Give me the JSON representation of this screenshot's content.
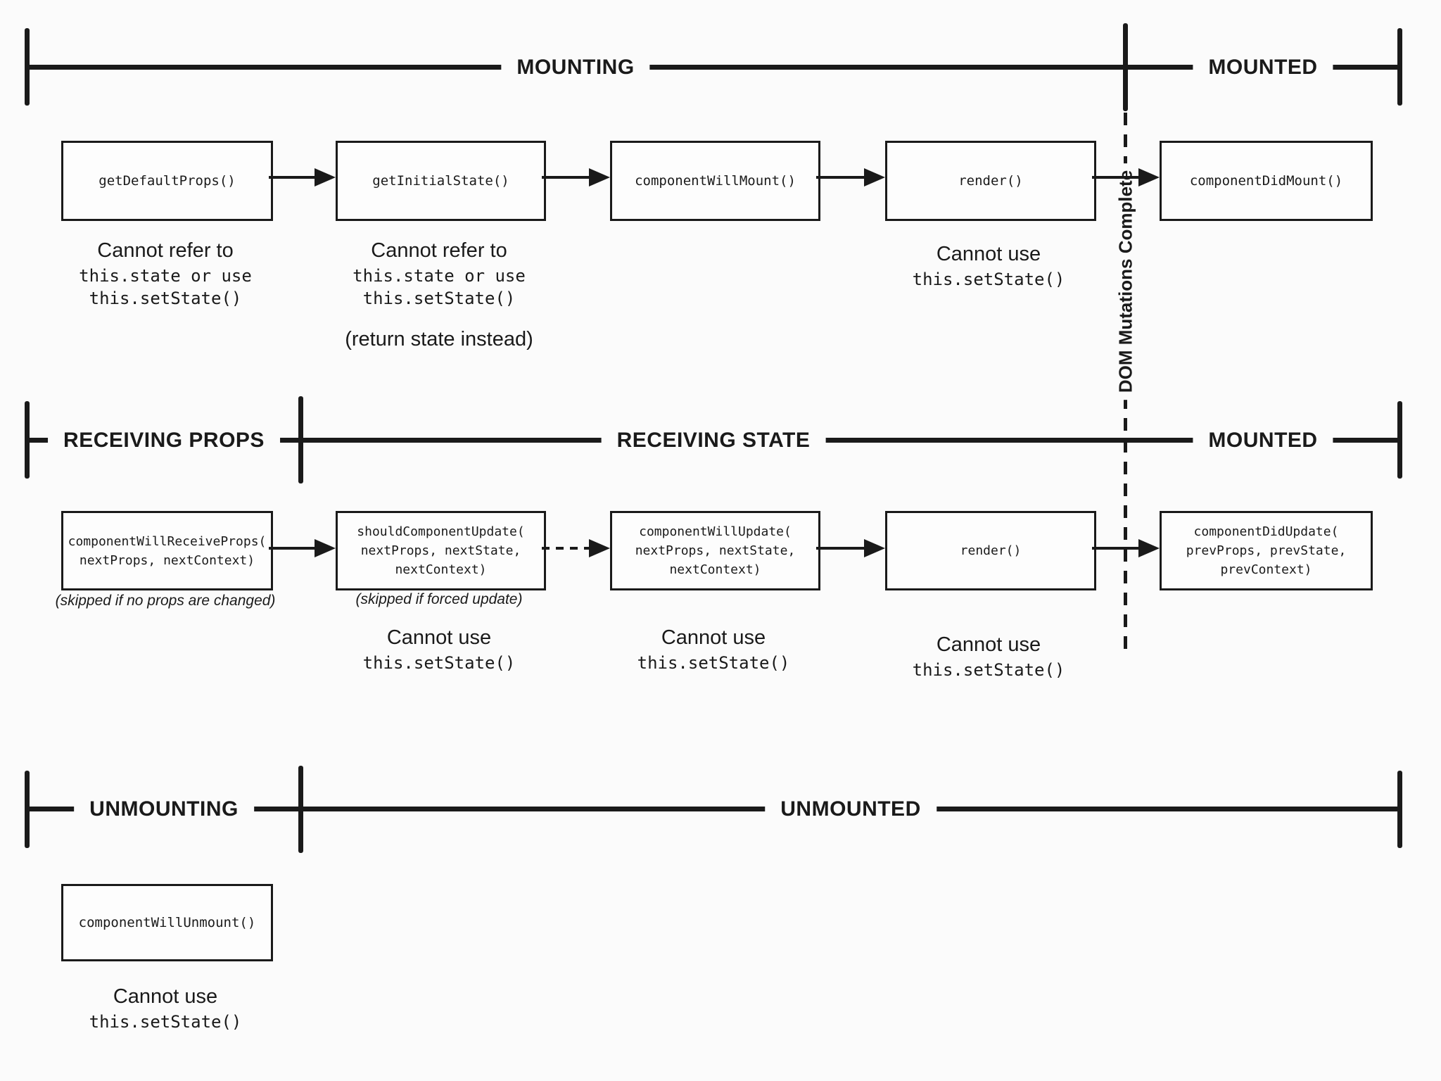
{
  "diagram": {
    "colors": {
      "ink": "#1a1a1a",
      "background": "#fbfbfb"
    },
    "sections": {
      "mounting": "MOUNTING",
      "mounted_top": "MOUNTED",
      "receiving_props": "RECEIVING PROPS",
      "receiving_state": "RECEIVING STATE",
      "mounted_mid": "MOUNTED",
      "unmounting": "UNMOUNTING",
      "unmounted": "UNMOUNTED"
    },
    "dom_mutations_label": "DOM Mutations Complete",
    "row1": {
      "boxes": {
        "get_default_props": "getDefaultProps()",
        "get_initial_state": "getInitialState()",
        "component_will_mount": "componentWillMount()",
        "render": "render()",
        "component_did_mount": "componentDidMount()"
      },
      "notes": {
        "n1_sans": "Cannot refer to",
        "n1_mono": "this.state or use\nthis.setState()",
        "n2_sans": "Cannot refer to",
        "n2_mono": "this.state or use\nthis.setState()",
        "n2_extra": "(return state instead)",
        "n4_sans": "Cannot use",
        "n4_mono": "this.setState()"
      }
    },
    "row2": {
      "boxes": {
        "component_will_receive_props": "componentWillReceiveProps(\nnextProps, nextContext)",
        "should_component_update": "shouldComponentUpdate(\nnextProps, nextState,\nnextContext)",
        "component_will_update": "componentWillUpdate(\nnextProps, nextState,\nnextContext)",
        "render": "render()",
        "component_did_update": "componentDidUpdate(\nprevProps, prevState,\nprevContext)"
      },
      "skip_notes": {
        "s1": "(skipped if no props are changed)",
        "s2": "(skipped if forced update)"
      },
      "notes": {
        "n2_sans": "Cannot use",
        "n2_mono": "this.setState()",
        "n3_sans": "Cannot use",
        "n3_mono": "this.setState()",
        "n4_sans": "Cannot use",
        "n4_mono": "this.setState()"
      }
    },
    "row3": {
      "boxes": {
        "component_will_unmount": "componentWillUnmount()"
      },
      "notes": {
        "n1_sans": "Cannot use",
        "n1_mono": "this.setState()"
      }
    }
  }
}
